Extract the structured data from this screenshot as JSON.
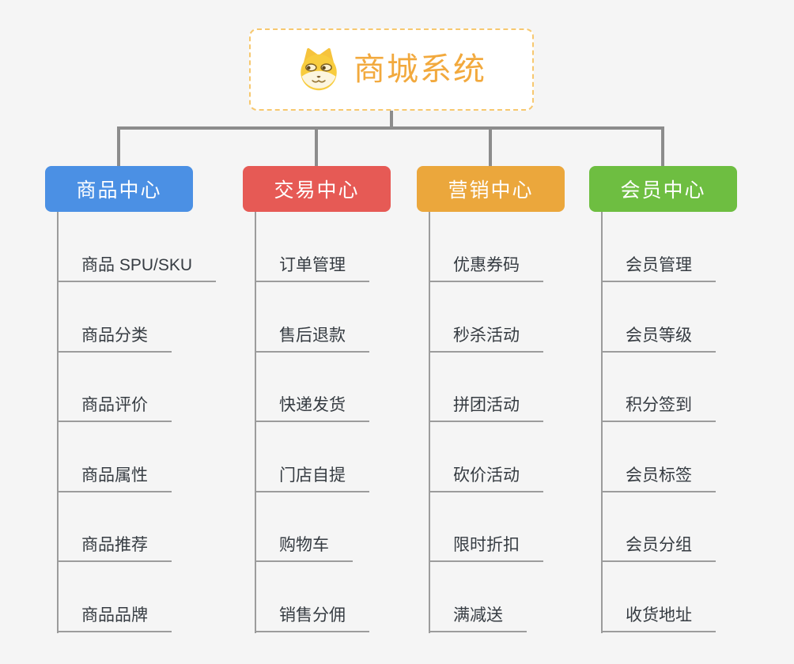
{
  "root": {
    "title": "商城系统",
    "icon": "doge-icon"
  },
  "branches": [
    {
      "id": "product-center",
      "label": "商品中心",
      "color": "#4B90E4",
      "children": [
        "商品 SPU/SKU",
        "商品分类",
        "商品评价",
        "商品属性",
        "商品推荐",
        "商品品牌"
      ]
    },
    {
      "id": "trade-center",
      "label": "交易中心",
      "color": "#E65A55",
      "children": [
        "订单管理",
        "售后退款",
        "快递发货",
        "门店自提",
        "购物车",
        "销售分佣"
      ]
    },
    {
      "id": "marketing-center",
      "label": "营销中心",
      "color": "#EBA73C",
      "children": [
        "优惠券码",
        "秒杀活动",
        "拼团活动",
        "砍价活动",
        "限时折扣",
        "满减送"
      ]
    },
    {
      "id": "member-center",
      "label": "会员中心",
      "color": "#6EBE41",
      "children": [
        "会员管理",
        "会员等级",
        "积分签到",
        "会员标签",
        "会员分组",
        "收货地址"
      ]
    }
  ],
  "colors": {
    "background": "#F5F5F5",
    "root_accent": "#F2A93D",
    "root_border": "#F7C86F",
    "connector": "#8C8C8C",
    "child_line": "#9C9C9C",
    "child_text": "#363C42"
  }
}
